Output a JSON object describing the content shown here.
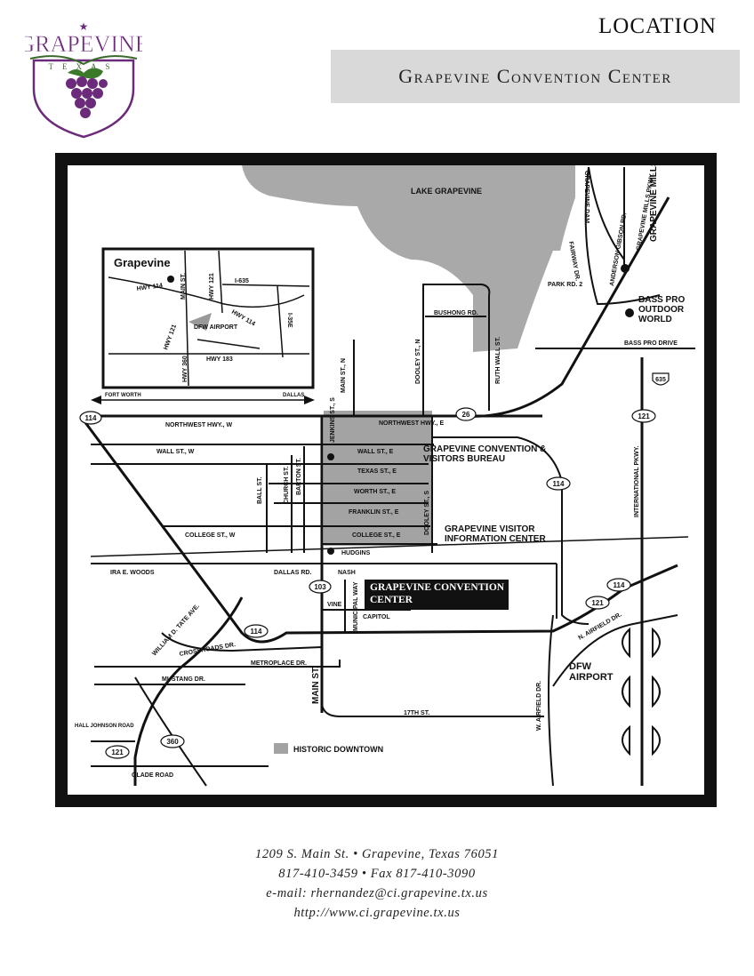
{
  "header": {
    "logo_title": "GRAPEVINE",
    "logo_state": "TEXAS",
    "section_label": "LOCATION",
    "banner_title": "Grapevine Convention Center"
  },
  "map": {
    "water": "LAKE GRAPEVINE",
    "inset": {
      "title": "Grapevine",
      "main_st": "MAIN ST.",
      "hwy121": "HWY 121",
      "i635": "I-635",
      "hwy114_a": "HWY 114",
      "hwy114_b": "HWY 114",
      "i35e": "I-35E",
      "hwy121_b": "HWY 121",
      "airport": "DFW AIRPORT",
      "hwy360": "HWY 360",
      "hwy183": "HWY 183",
      "fort_worth": "FORT WORTH",
      "dallas": "DALLAS"
    },
    "roads": {
      "grapevine_dam": "GRAPEVINE DAM",
      "fairway_dr": "FAIRWAY DR.",
      "anderson_gibson": "ANDERSON GIBSON RD.",
      "grapevine_mills_pkwy": "GRAPEVINE MILLS PKWY.",
      "park_rd": "PARK RD. 2",
      "bushong": "BUSHONG RD.",
      "bass_pro_drive": "BASS PRO DRIVE",
      "main_st_n": "MAIN ST., N",
      "dooley_st_n": "DOOLEY ST., N",
      "ruth_wall": "RUTH WALL ST.",
      "northwest_hwy_w": "NORTHWEST HWY., W",
      "northwest_hwy_e": "NORTHWEST HWY., E",
      "jenkins": "JENKINS ST., S",
      "wall_st_w": "WALL ST., W",
      "wall_st_e": "WALL ST., E",
      "texas_st_e": "TEXAS ST., E",
      "worth_st_e": "WORTH ST., E",
      "franklin_st_e": "FRANKLIN ST., E",
      "college_st_e": "COLLEGE ST., E",
      "college_st_w": "COLLEGE ST., W",
      "ball_st": "BALL ST.",
      "church_st": "CHURCH ST.",
      "barton_st": "BARTON ST.",
      "dooley_st_s": "DOOLEY ST., S",
      "hudgins": "HUDGINS",
      "ira_woods": "IRA E. WOODS",
      "dallas_rd": "DALLAS RD.",
      "nash": "NASH",
      "vine": "VINE",
      "municipal_way": "MUNICIPAL WAY",
      "capitol": "CAPITOL",
      "william_tate": "WILLIAM D. TATE AVE.",
      "crossroads": "CROSSROADS DR.",
      "metroplace": "METROPLACE DR.",
      "mustang": "MUSTANG DR.",
      "main_st": "MAIN ST.",
      "st17th": "17TH ST.",
      "w_airfield": "W. AIRFIELD DR.",
      "n_airfield": "N. AIRFIELD DR.",
      "international": "INTERNATIONAL PKWY.",
      "hall_johnson": "HALL JOHNSON ROAD",
      "glade": "GLADE ROAD"
    },
    "markers": {
      "hwy114_nw": "114",
      "hwy26": "26",
      "hwy121_e": "121",
      "i635": "635",
      "hwy114_mid": "114",
      "hwy103": "103",
      "hwy114_s": "114",
      "hwy114_se": "114",
      "hwy121_se": "121",
      "hwy360": "360",
      "hwy121_sw": "121"
    },
    "places": {
      "grapevine_mills": "GRAPEVINE MILLS",
      "bass_pro": "BASS PRO OUTDOOR WORLD",
      "visitors_bureau": "GRAPEVINE CONVENTION & VISITORS BUREAU",
      "visitor_info": "GRAPEVINE VISITOR INFORMATION CENTER",
      "convention_center": "GRAPEVINE CONVENTION CENTER",
      "dfw_airport": "DFW AIRPORT"
    },
    "legend": {
      "historic_downtown": "HISTORIC DOWNTOWN"
    }
  },
  "footer": {
    "address": "1209 S. Main St. • Grapevine, Texas 76051",
    "phone": "817-410-3459 • Fax 817-410-3090",
    "email": "e-mail: rhernandez@ci.grapevine.tx.us",
    "web": "http://www.ci.grapevine.tx.us"
  },
  "colors": {
    "lake": "#a9a9a9",
    "downtown": "#a3a3a3",
    "logo_purple": "#6b2a7a",
    "border": "#111111"
  }
}
